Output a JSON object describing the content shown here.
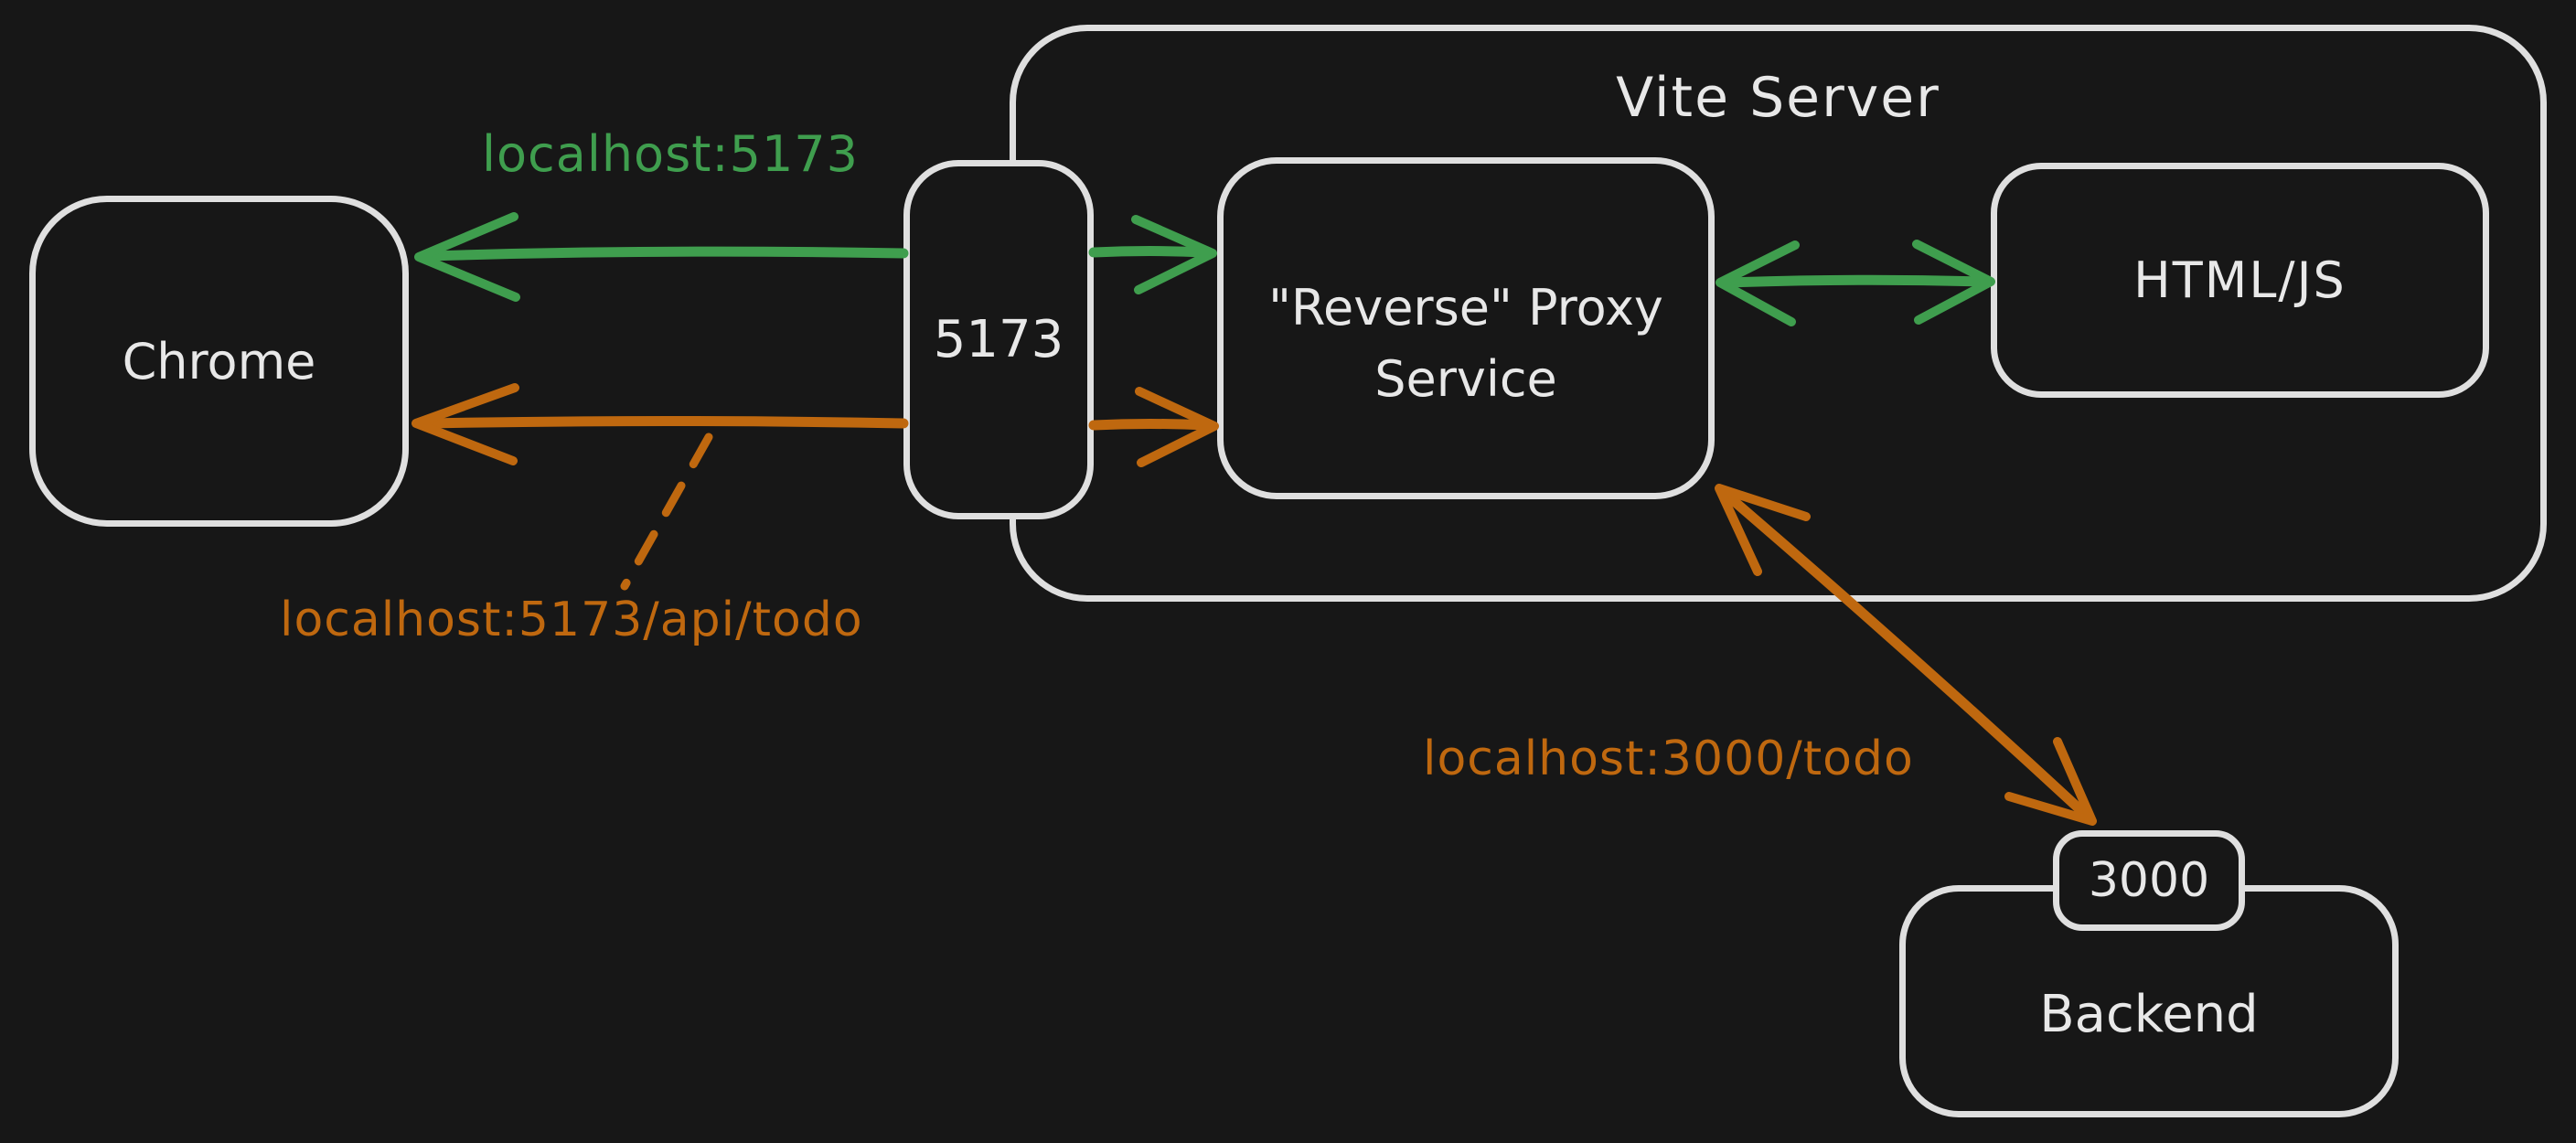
{
  "diagram": {
    "title": "Vite Server",
    "nodes": {
      "chrome": {
        "label": "Chrome"
      },
      "port5173": {
        "label": "5173"
      },
      "proxy": {
        "label": "\"Reverse\" Proxy\nService"
      },
      "htmljs": {
        "label": "HTML/JS"
      },
      "port3000": {
        "label": "3000"
      },
      "backend": {
        "label": "Backend"
      }
    },
    "labels": {
      "browser_request": "localhost:5173",
      "api_request": "localhost:5173/api/todo",
      "backend_request": "localhost:3000/todo"
    },
    "colors": {
      "background": "#171717",
      "stroke": "#dfdfdf",
      "text": "#e8e8e8",
      "green": "#3f9e4e",
      "orange": "#bf680f"
    }
  }
}
